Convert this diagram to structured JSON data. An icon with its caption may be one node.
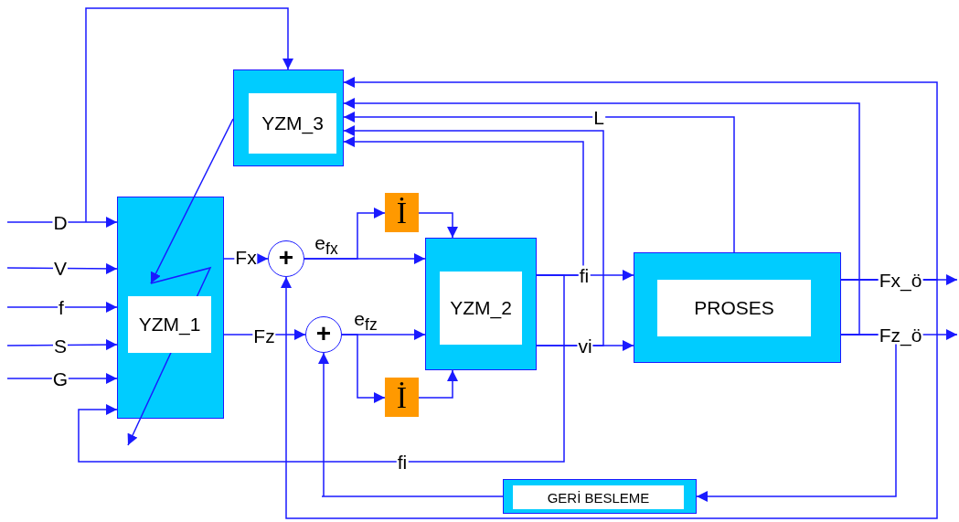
{
  "diagram": {
    "nodes": [
      {
        "text": [
          "YZM_3"
        ]
      },
      {
        "text": [
          "YZM_1"
        ]
      },
      {
        "text": [
          "+"
        ]
      },
      {
        "text": [
          "+"
        ]
      },
      {
        "text": [
          "İ"
        ]
      },
      {
        "text": [
          "İ"
        ]
      },
      {
        "text": [
          "YZM_2"
        ]
      },
      {
        "text": [
          "PROSES"
        ]
      },
      {
        "text": [
          "GERİ BESLEME"
        ]
      }
    ],
    "edges": [
      {
        "from": null,
        "to": 1,
        "arrow": "to",
        "label": "D"
      },
      {
        "from": null,
        "to": 1,
        "arrow": "to",
        "label": "V"
      },
      {
        "from": null,
        "to": 1,
        "arrow": "to",
        "label": "f"
      },
      {
        "from": null,
        "to": 1,
        "arrow": "to",
        "label": "S"
      },
      {
        "from": null,
        "to": 1,
        "arrow": "to",
        "label": "G"
      },
      {
        "from": null,
        "to": 0,
        "arrow": "to"
      },
      {
        "from": 0,
        "to": 1,
        "arrow": "to"
      },
      {
        "from": 1,
        "to": 2,
        "arrow": "to",
        "label": "Fx"
      },
      {
        "from": 1,
        "to": 3,
        "arrow": "to",
        "label": "Fz"
      },
      {
        "from": 2,
        "to": 6,
        "arrow": "to",
        "label": "e$_{fx}$"
      },
      {
        "from": 2,
        "to": 4,
        "arrow": "to"
      },
      {
        "from": 4,
        "to": 6,
        "arrow": "to"
      },
      {
        "from": 3,
        "to": 6,
        "arrow": "to",
        "label": "e$_{fz}$"
      },
      {
        "from": 3,
        "to": 5,
        "arrow": "to"
      },
      {
        "from": 5,
        "to": 6,
        "arrow": "to"
      },
      {
        "from": 6,
        "to": 7,
        "arrow": "to",
        "label": "fi"
      },
      {
        "from": 6,
        "to": 7,
        "arrow": "to",
        "label": "vi"
      },
      {
        "from": 6,
        "to": 1,
        "arrow": "to",
        "label": "fi"
      },
      {
        "from": 6,
        "to": 0,
        "arrow": "to"
      },
      {
        "from": 6,
        "to": 0,
        "arrow": "to"
      },
      {
        "from": 7,
        "to": 0,
        "arrow": "to",
        "label": "L"
      },
      {
        "from": 7,
        "to": 0,
        "arrow": "to"
      },
      {
        "from": 7,
        "to": 0,
        "arrow": "to"
      },
      {
        "from": 7,
        "to": null,
        "arrow": "to",
        "label": "Fx_ö"
      },
      {
        "from": 7,
        "to": null,
        "arrow": "to",
        "label": "Fz_ö"
      },
      {
        "from": 7,
        "to": 8,
        "arrow": "to"
      },
      {
        "from": 8,
        "to": 3,
        "arrow": "to"
      },
      {
        "from": 7,
        "to": 2,
        "arrow": "to"
      }
    ]
  }
}
